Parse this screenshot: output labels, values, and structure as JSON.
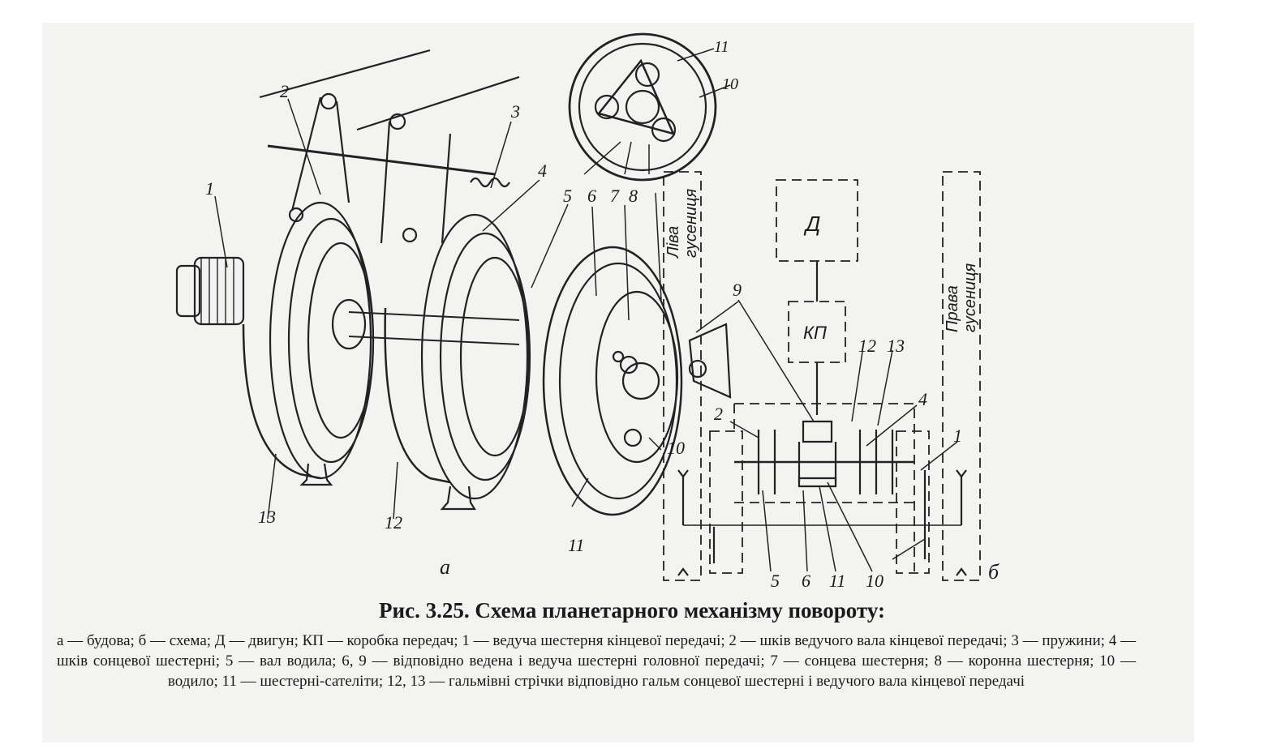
{
  "figure": {
    "title": "Рис. 3.25. Схема планетарного механізму повороту:",
    "legend": "а — будова; б — схема; Д — двигун; КП — коробка передач; 1 — ведуча шестерня кінцевої передачі; 2 — шків ведучого вала кінцевої передачі; 3 — пружини; 4 — шків сонцевої шестерні; 5 — вал водила; 6, 9 — відповідно ведена і ведуча шестерні головної передачі; 7 — сонцева шестерня; 8 — коронна шестерня; 10 — водило; 11 — шестерні-сателіти; 12, 13 — гальмівні стрічки відповідно гальм сонцевої шестерні і ведучого вала кінцевої передачі"
  },
  "drawing": {
    "part_a_label": "а",
    "part_b_label": "б",
    "numbers_a": {
      "n1": "1",
      "n2": "2",
      "n3": "3",
      "n4": "4",
      "n5": "5",
      "n6": "6",
      "n7": "7",
      "n8": "8",
      "n9": "9",
      "n10a": "10",
      "n10b": "10",
      "n11a": "11",
      "n11b": "11",
      "n12": "12",
      "n13": "13"
    },
    "numbers_b": {
      "n1": "1",
      "n2": "2",
      "n4": "4",
      "n5": "5",
      "n6": "6",
      "n10": "10",
      "n11": "11",
      "n12": "12",
      "n13": "13"
    },
    "engine_box": "Д",
    "gearbox_box": "КП",
    "left_track_line1": "Ліва",
    "left_track_line2": "гусениця",
    "right_track_line1": "Права",
    "right_track_line2": "гусениця"
  }
}
